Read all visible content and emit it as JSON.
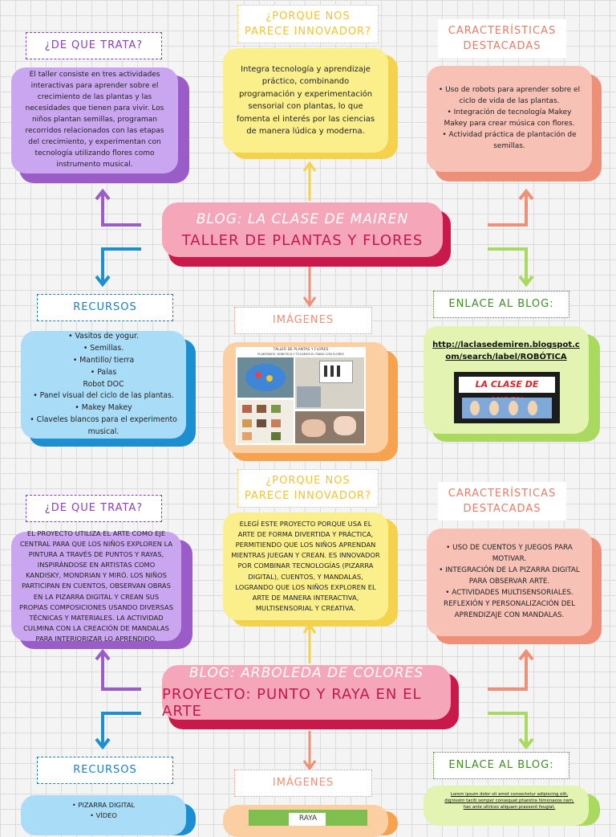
{
  "section1": {
    "que_trata": {
      "label": "¿DE QUE TRATA?",
      "text": "El taller consiste en tres actividades interactivas para aprender sobre el crecimiento de las plantas y las necesidades que tienen para vivir. Los niños plantan semillas, programan recorridos relacionados con las etapas del crecimiento, y experimentan con tecnología utilizando flores como instrumento musical."
    },
    "innovador": {
      "label_l1": "¿PORQUE NOS",
      "label_l2": "PARECE INNOVADOR?",
      "text": "Integra tecnología y aprendizaje práctico, combinando programación y experimentación sensorial con plantas, lo que fomenta el interés por las ciencias de manera lúdica y moderna."
    },
    "caracteristicas": {
      "label_l1": "CARACTERÍSTICAS",
      "label_l2": "DESTACADAS",
      "items": [
        "Uso de robots para aprender sobre el ciclo de vida de las plantas.",
        "Integración de tecnología Makey Makey para crear música con flores.",
        "Actividad práctica de plantación de semillas."
      ]
    },
    "title": {
      "blog": "BLOG: LA CLASE DE MAIREN",
      "project": "TALLER DE PLANTAS Y FLORES"
    },
    "recursos": {
      "label": "RECURSOS",
      "items": [
        "• Vasitos de yogur.",
        "• Semillas.",
        "• Mantillo/ tierra",
        "• Palas",
        "Robot DOC",
        "• Panel visual del ciclo de las plantas.",
        "• Makey Makey",
        "• Claveles blancos para el experimento musical."
      ]
    },
    "imagenes": {
      "label": "IMÁGENES",
      "caption_l1": "TALLER DE PLANTAS Y FLORES",
      "caption_l2": "PLANTAMOS, ROBÓTICA Y TOCAMOS EL PIANO CON FLORES"
    },
    "enlace": {
      "label": "ENLACE AL BLOG:",
      "url": "http://laclasedemiren.blogspot.com/search/label/ROBÓTICA",
      "banner_text": "LA CLASE DE MIREN"
    }
  },
  "section2": {
    "que_trata": {
      "label": "¿DE QUE TRATA?",
      "text": "El proyecto utiliza el arte como eje central para que los niños exploren la pintura a través de puntos y rayas, inspirándose en artistas como Kandisky, Mondrian y Miró. Los niños participan en cuentos, observan obras en la pizarra digital y crean sus propias composiciones usando diversas técnicas y materiales. La actividad culmina con la creación de mandalas para interiorizar lo aprendido."
    },
    "innovador": {
      "label_l1": "¿PORQUE NOS",
      "label_l2": "PARECE INNOVADOR?",
      "text": "Elegí este proyecto porque usa el arte de forma divertida y práctica, permitiendo que los niños aprendan mientras juegan y crean. Es innovador por combinar tecnologías (pizarra digital), cuentos, y mandalas, logrando que los niños exploren el arte de manera interactiva, multisensorial y creativa."
    },
    "caracteristicas": {
      "label_l1": "CARACTERÍSTICAS",
      "label_l2": "DESTACADAS",
      "items": [
        "• Uso de cuentos y juegos para motivar.",
        "• Integración de la pizarra digital para observar arte.",
        "• Actividades multisensoriales.",
        "Reflexión y personalización del aprendizaje con mandalas."
      ]
    },
    "title": {
      "blog": "BLOG: ARBOLEDA DE COLORES",
      "project": "PROYECTO: PUNTO Y RAYA EN EL ARTE"
    },
    "recursos": {
      "label": "RECURSOS",
      "items": [
        "• Pizarra digital",
        "• Vídeo"
      ]
    },
    "imagenes": {
      "label": "IMÁGENES",
      "photo_text": "RAYA"
    },
    "enlace": {
      "label": "ENLACE AL BLOG:",
      "text": "Lorem ipsum dolor sit amet consectetur adipiscing elit, dignissim taciti semper consequat pharetra himenaeos nam, hac ante ultrices aliquam praesent feugiat."
    }
  },
  "colors": {
    "purple": "#c9a6ef",
    "purple_shadow": "#9a5cc7",
    "yellow": "#fbef8c",
    "yellow_shadow": "#f4d24b",
    "salmon": "#f7c1b6",
    "salmon_shadow": "#ee8f78",
    "blue": "#a8dcf7",
    "blue_shadow": "#1b8fd0",
    "orange": "#fbcfa2",
    "orange_shadow": "#f7a24f",
    "green": "#e2f3b2",
    "green_shadow": "#a9d95f",
    "pink": "#f5a6b9",
    "pink_shadow": "#c9184a"
  }
}
